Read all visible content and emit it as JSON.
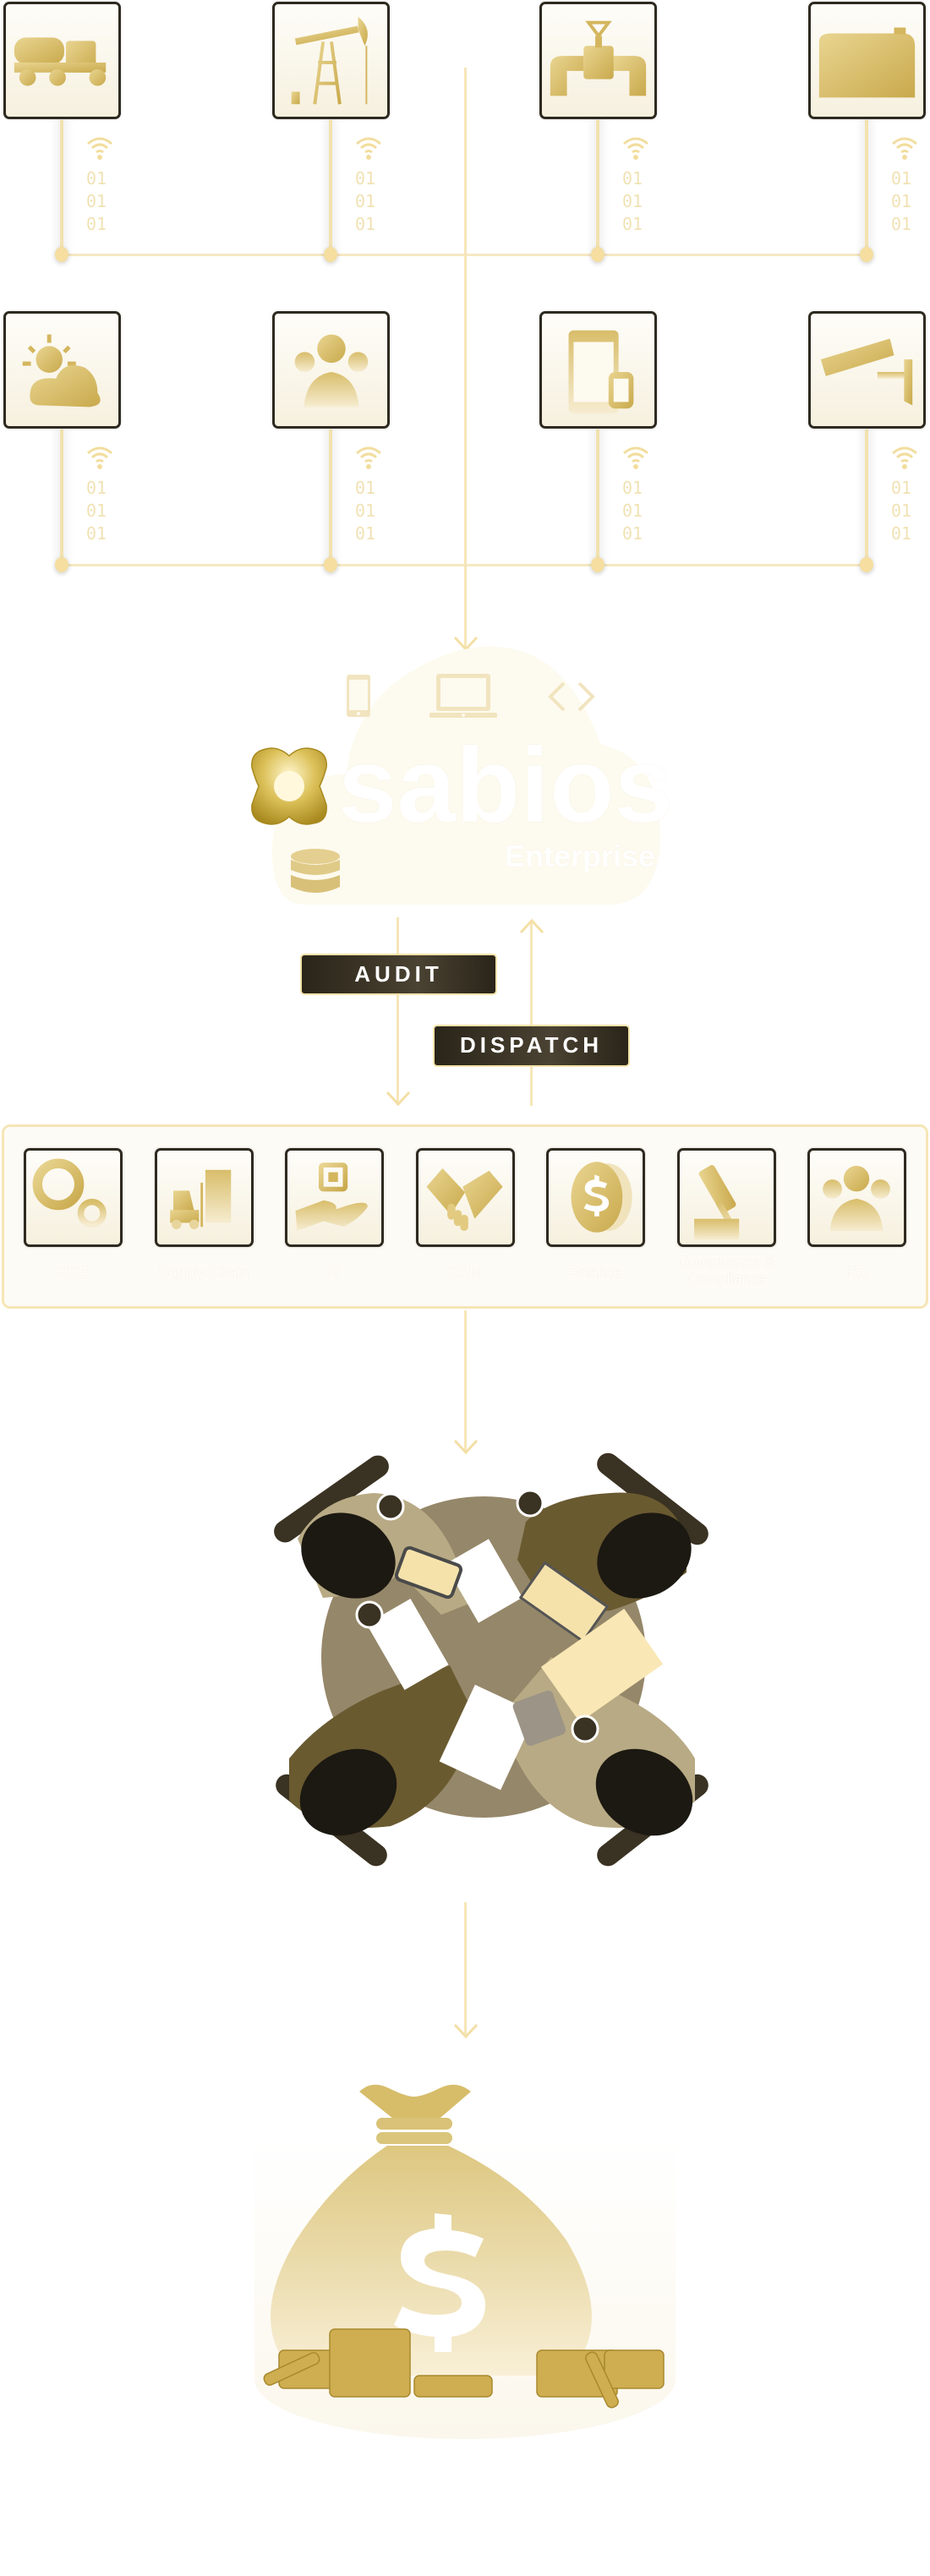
{
  "sensors": [
    {
      "icon": "tanker-truck-icon",
      "binary": [
        "01",
        "01",
        "01"
      ]
    },
    {
      "icon": "oil-pump-jack-icon",
      "binary": [
        "01",
        "01",
        "01"
      ]
    },
    {
      "icon": "pipeline-valve-icon",
      "binary": [
        "01",
        "01",
        "01"
      ]
    },
    {
      "icon": "storage-tank-icon",
      "binary": [
        "01",
        "01",
        "01"
      ]
    },
    {
      "icon": "weather-icon",
      "binary": [
        "01",
        "01",
        "01"
      ]
    },
    {
      "icon": "people-group-icon",
      "binary": [
        "01",
        "01",
        "01"
      ]
    },
    {
      "icon": "mobile-wearable-icon",
      "binary": [
        "01",
        "01",
        "01"
      ]
    },
    {
      "icon": "security-camera-icon",
      "binary": [
        "01",
        "01",
        "01"
      ]
    }
  ],
  "platform": {
    "name": "sabios",
    "edition": "Enterprise",
    "devices": [
      "mobile-icon",
      "laptop-icon",
      "code-icon"
    ]
  },
  "flows": {
    "audit": "AUDIT",
    "dispatch": "DISPATCH"
  },
  "departments": [
    {
      "label": "HSE",
      "icon": "gears-icon"
    },
    {
      "label": "Supply Chain",
      "icon": "forklift-icon"
    },
    {
      "label": "IT",
      "icon": "chip-hand-icon"
    },
    {
      "label": "CRM",
      "icon": "handshake-icon"
    },
    {
      "label": "Finance",
      "icon": "dollar-coin-icon"
    },
    {
      "label": "Governance & Compliance",
      "icon": "gavel-icon"
    },
    {
      "label": "HR",
      "icon": "people-icon"
    }
  ],
  "colors": {
    "gold": "#d4b65e",
    "gold_light": "#f5e6b8",
    "dark": "#2e2a20",
    "table": "#958769"
  }
}
